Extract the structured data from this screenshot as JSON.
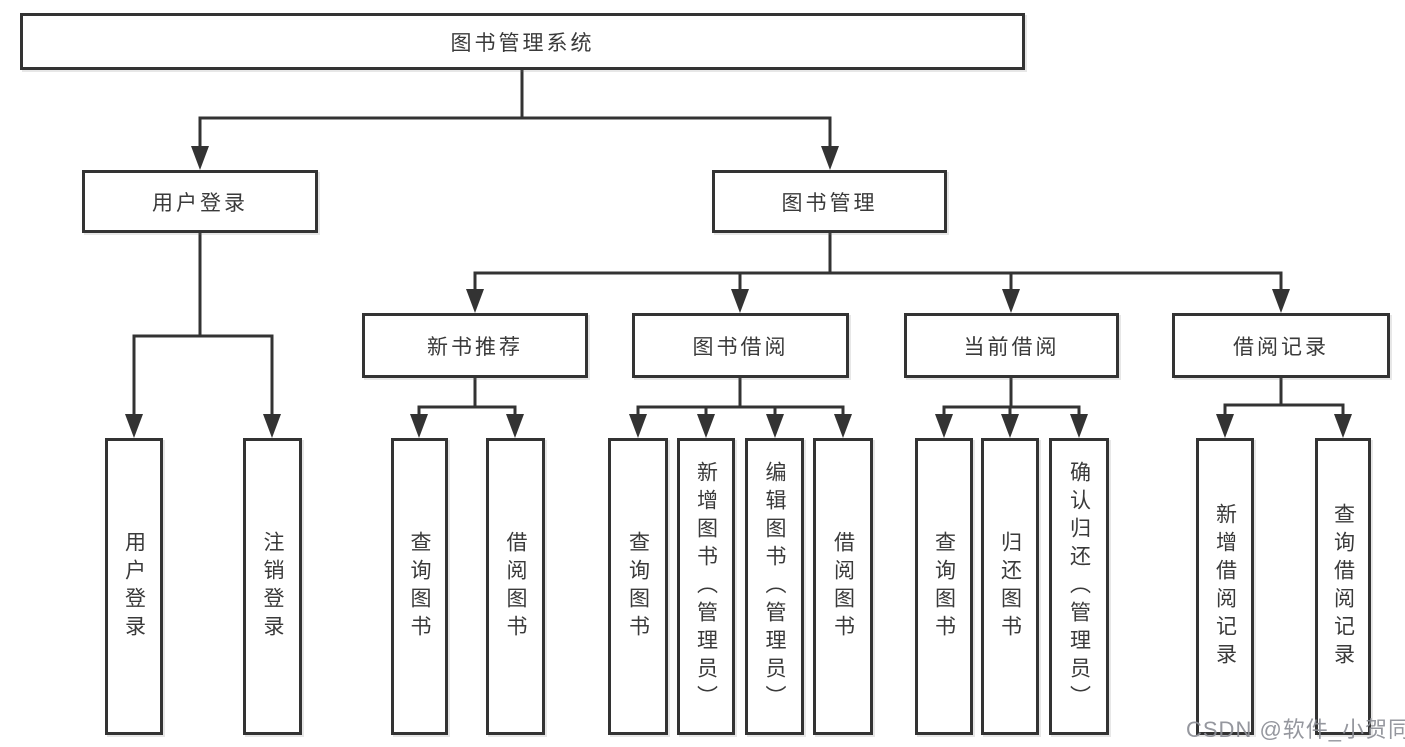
{
  "tree": {
    "root": {
      "label": "图书管理系统",
      "children": [
        {
          "label": "用户登录",
          "children": [
            {
              "label": "用户登录"
            },
            {
              "label": "注销登录"
            }
          ]
        },
        {
          "label": "图书管理",
          "children": [
            {
              "label": "新书推荐",
              "children": [
                {
                  "label": "查询图书"
                },
                {
                  "label": "借阅图书"
                }
              ]
            },
            {
              "label": "图书借阅",
              "children": [
                {
                  "label": "查询图书"
                },
                {
                  "label": "新增图书（管理员）"
                },
                {
                  "label": "编辑图书（管理员）"
                },
                {
                  "label": "借阅图书"
                }
              ]
            },
            {
              "label": "当前借阅",
              "children": [
                {
                  "label": "查询图书"
                },
                {
                  "label": "归还图书"
                },
                {
                  "label": "确认归还（管理员）"
                }
              ]
            },
            {
              "label": "借阅记录",
              "children": [
                {
                  "label": "新增借阅记录"
                },
                {
                  "label": "查询借阅记录"
                }
              ]
            }
          ]
        }
      ]
    }
  },
  "watermark": {
    "text": "CSDN @软件_小贺同学"
  },
  "colors": {
    "line": "#333333",
    "node_border": "#333333",
    "text": "#3a3a3a",
    "background": "#ffffff",
    "watermark": "#8c8e96"
  }
}
